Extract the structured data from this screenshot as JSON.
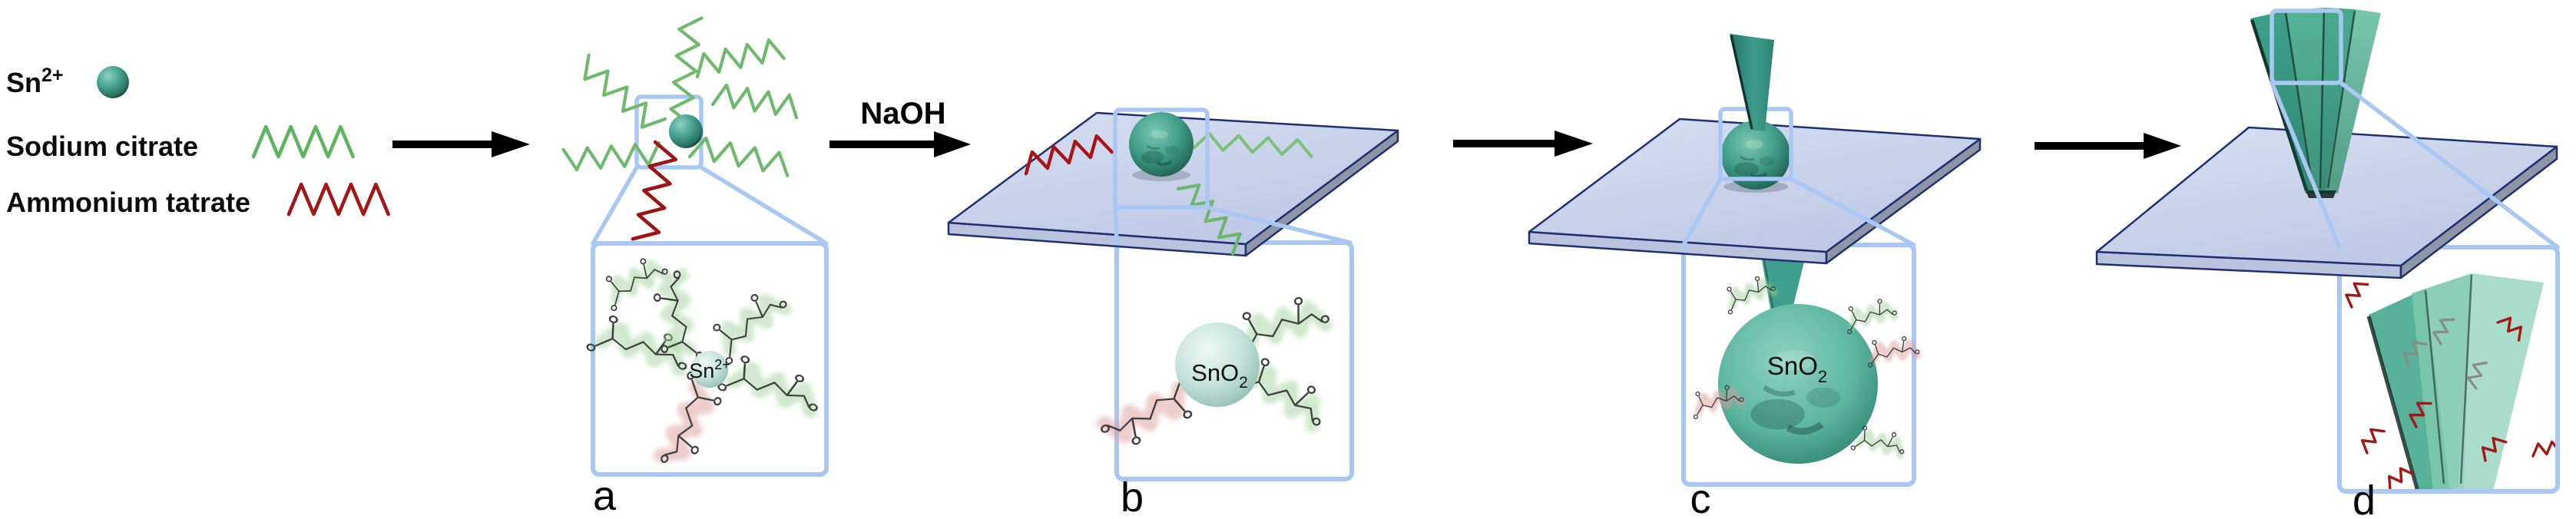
{
  "figure": {
    "title": "SnO2 nanostructure growth schematic",
    "legend": {
      "items": [
        {
          "name": "tin-ion",
          "label_base": "Sn",
          "label_sup": "2+",
          "swatch": "teal-sphere",
          "color": "#4aa392"
        },
        {
          "name": "sodium-citrate",
          "label": "Sodium citrate",
          "swatch": "green-wavy-line",
          "color": "#5cb45f"
        },
        {
          "name": "ammonium-tatrate",
          "label": "Ammonium tatrate",
          "swatch": "red-wavy-line",
          "color": "#a31717"
        }
      ]
    },
    "reaction": {
      "naoh_label": "NaOH"
    },
    "panels": {
      "a": {
        "label": "a",
        "inset_species_base": "Sn",
        "inset_species_sup": "2+"
      },
      "b": {
        "label": "b",
        "inset_species_base": "SnO",
        "inset_species_sub": "2"
      },
      "c": {
        "label": "c",
        "inset_species_base": "SnO",
        "inset_species_sub": "2"
      },
      "d": {
        "label": "d"
      }
    },
    "colors": {
      "sphere_teal": "#4aa392",
      "rough_particle_teal": "#3e9c86",
      "cone_teal": "#2f8d7e",
      "substrate_top": "#c7d1e9",
      "substrate_edge_navy": "#1e3070",
      "substrate_side_gray": "#8e95a7",
      "inset_border_blue": "#a8c8f3",
      "citrate_green": "#5cb45f",
      "citrate_highlight": "#a7d7a0",
      "tartrate_red": "#a31717",
      "tartrate_highlight": "#dc9a9a"
    }
  }
}
